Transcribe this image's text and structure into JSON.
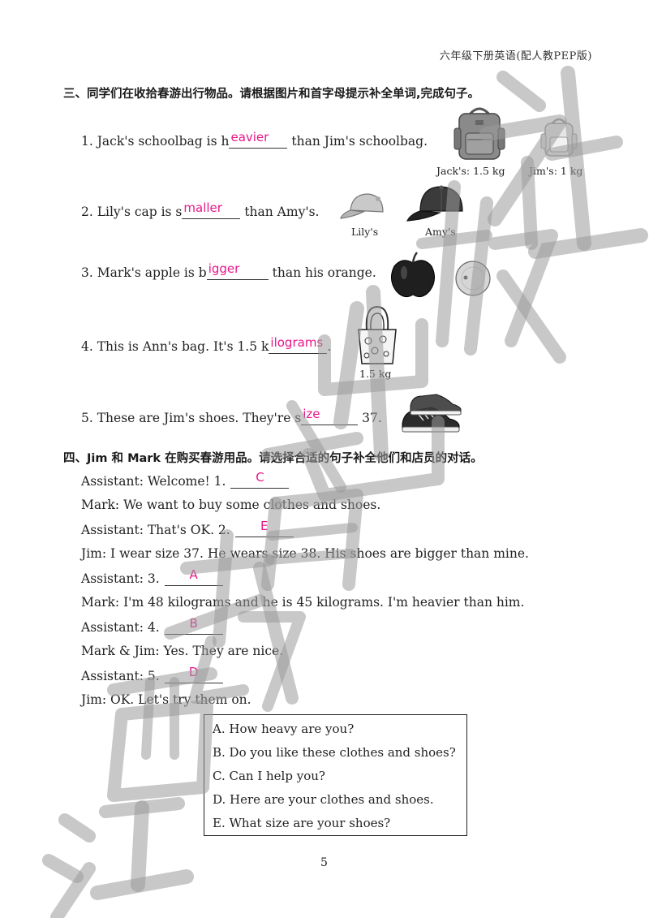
{
  "header": {
    "book": "六年级下册英语(配人教PEP版)"
  },
  "section3": {
    "title": "三、同学们在收拾春游出行物品。请根据图片和首字母提示补全单词,完成句子。",
    "questions": [
      {
        "pre": "1. Jack's schoolbag is h",
        "answer": "eavier",
        "post": " than Jim's schoolbag."
      },
      {
        "pre": "2. Lily's cap is s",
        "answer": "maller",
        "post": " than Amy's."
      },
      {
        "pre": "3. Mark's apple is b",
        "answer": "igger",
        "post": " than his orange."
      },
      {
        "pre": "4. This is Ann's bag. It's 1.5 k",
        "answer": "ilograms",
        "post": "."
      },
      {
        "pre": "5. These are Jim's shoes. They're s",
        "answer": "ize",
        "post": " 37."
      }
    ],
    "captions": {
      "jack_bag": "Jack's: 1.5 kg",
      "jim_bag": "Jim's: 1 kg",
      "lily_cap": "Lily's",
      "amy_cap": "Amy's",
      "ann_bag": "1.5 kg"
    }
  },
  "section4": {
    "title": "四、Jim 和 Mark 在购买春游用品。请选择合适的句子补全他们和店员的对话。",
    "dialogue": [
      {
        "text": "Assistant: Welcome! 1.",
        "answer": "C"
      },
      {
        "text": "Mark: We want to buy some clothes and shoes."
      },
      {
        "text": "Assistant: That's OK. 2.",
        "answer": "E"
      },
      {
        "text": "Jim: I wear size 37. He wears size 38. His shoes are bigger than mine."
      },
      {
        "text": "Assistant: 3.",
        "answer": "A"
      },
      {
        "text": "Mark: I'm 48 kilograms and he is 45 kilograms. I'm heavier than him."
      },
      {
        "text": "Assistant: 4.",
        "answer": "B"
      },
      {
        "text": "Mark & Jim: Yes. They are nice."
      },
      {
        "text": "Assistant: 5.",
        "answer": "D"
      },
      {
        "text": "Jim: OK. Let's try them on."
      }
    ],
    "options": [
      "A. How heavy are you?",
      "B. Do you like these clothes and shoes?",
      "C. Can I help you?",
      "D. Here are your clothes and shoes.",
      "E. What size are your shoes?"
    ]
  },
  "page_number": "5",
  "watermark": "江西教育出版社"
}
